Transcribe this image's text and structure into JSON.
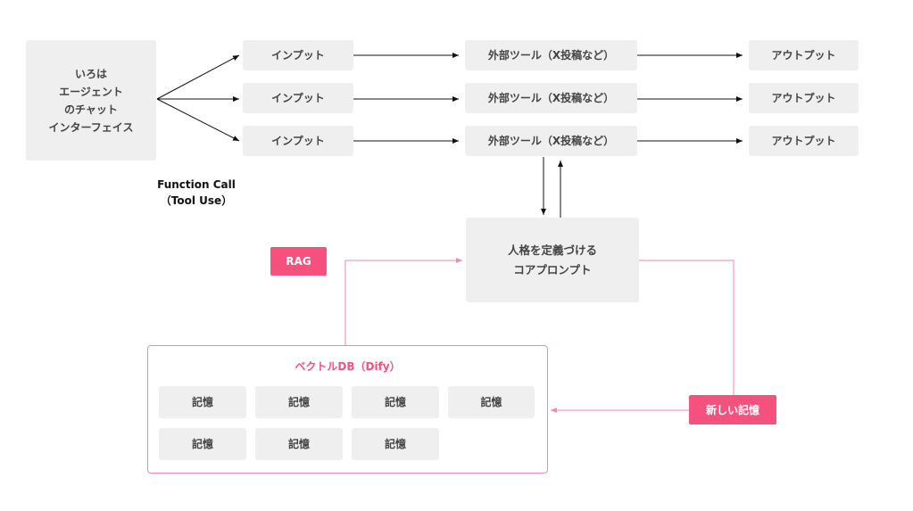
{
  "chat_interface": {
    "label": "いろは\nエージェント\nのチャット\nインターフェイス"
  },
  "inputs": [
    "インプット",
    "インプット",
    "インプット"
  ],
  "tools": [
    "外部ツール（X投稿など）",
    "外部ツール（X投稿など）",
    "外部ツール（X投稿など）"
  ],
  "outputs": [
    "アウトプット",
    "アウトプット",
    "アウトプット"
  ],
  "function_call": {
    "label": "Function Call\n（Tool Use）"
  },
  "core_prompt": {
    "label": "人格を定義づける\nコアプロンプト"
  },
  "rag": {
    "label": "RAG"
  },
  "new_memory": {
    "label": "新しい記憶"
  },
  "vector_db": {
    "title": "ベクトルDB（Dify）",
    "memories": [
      "記憶",
      "記憶",
      "記憶",
      "記憶",
      "記憶",
      "記憶",
      "記憶"
    ]
  },
  "colors": {
    "accent": "#f5517f",
    "box": "#efefef",
    "line_dark": "#111111",
    "line_pink": "#f28aaa"
  }
}
